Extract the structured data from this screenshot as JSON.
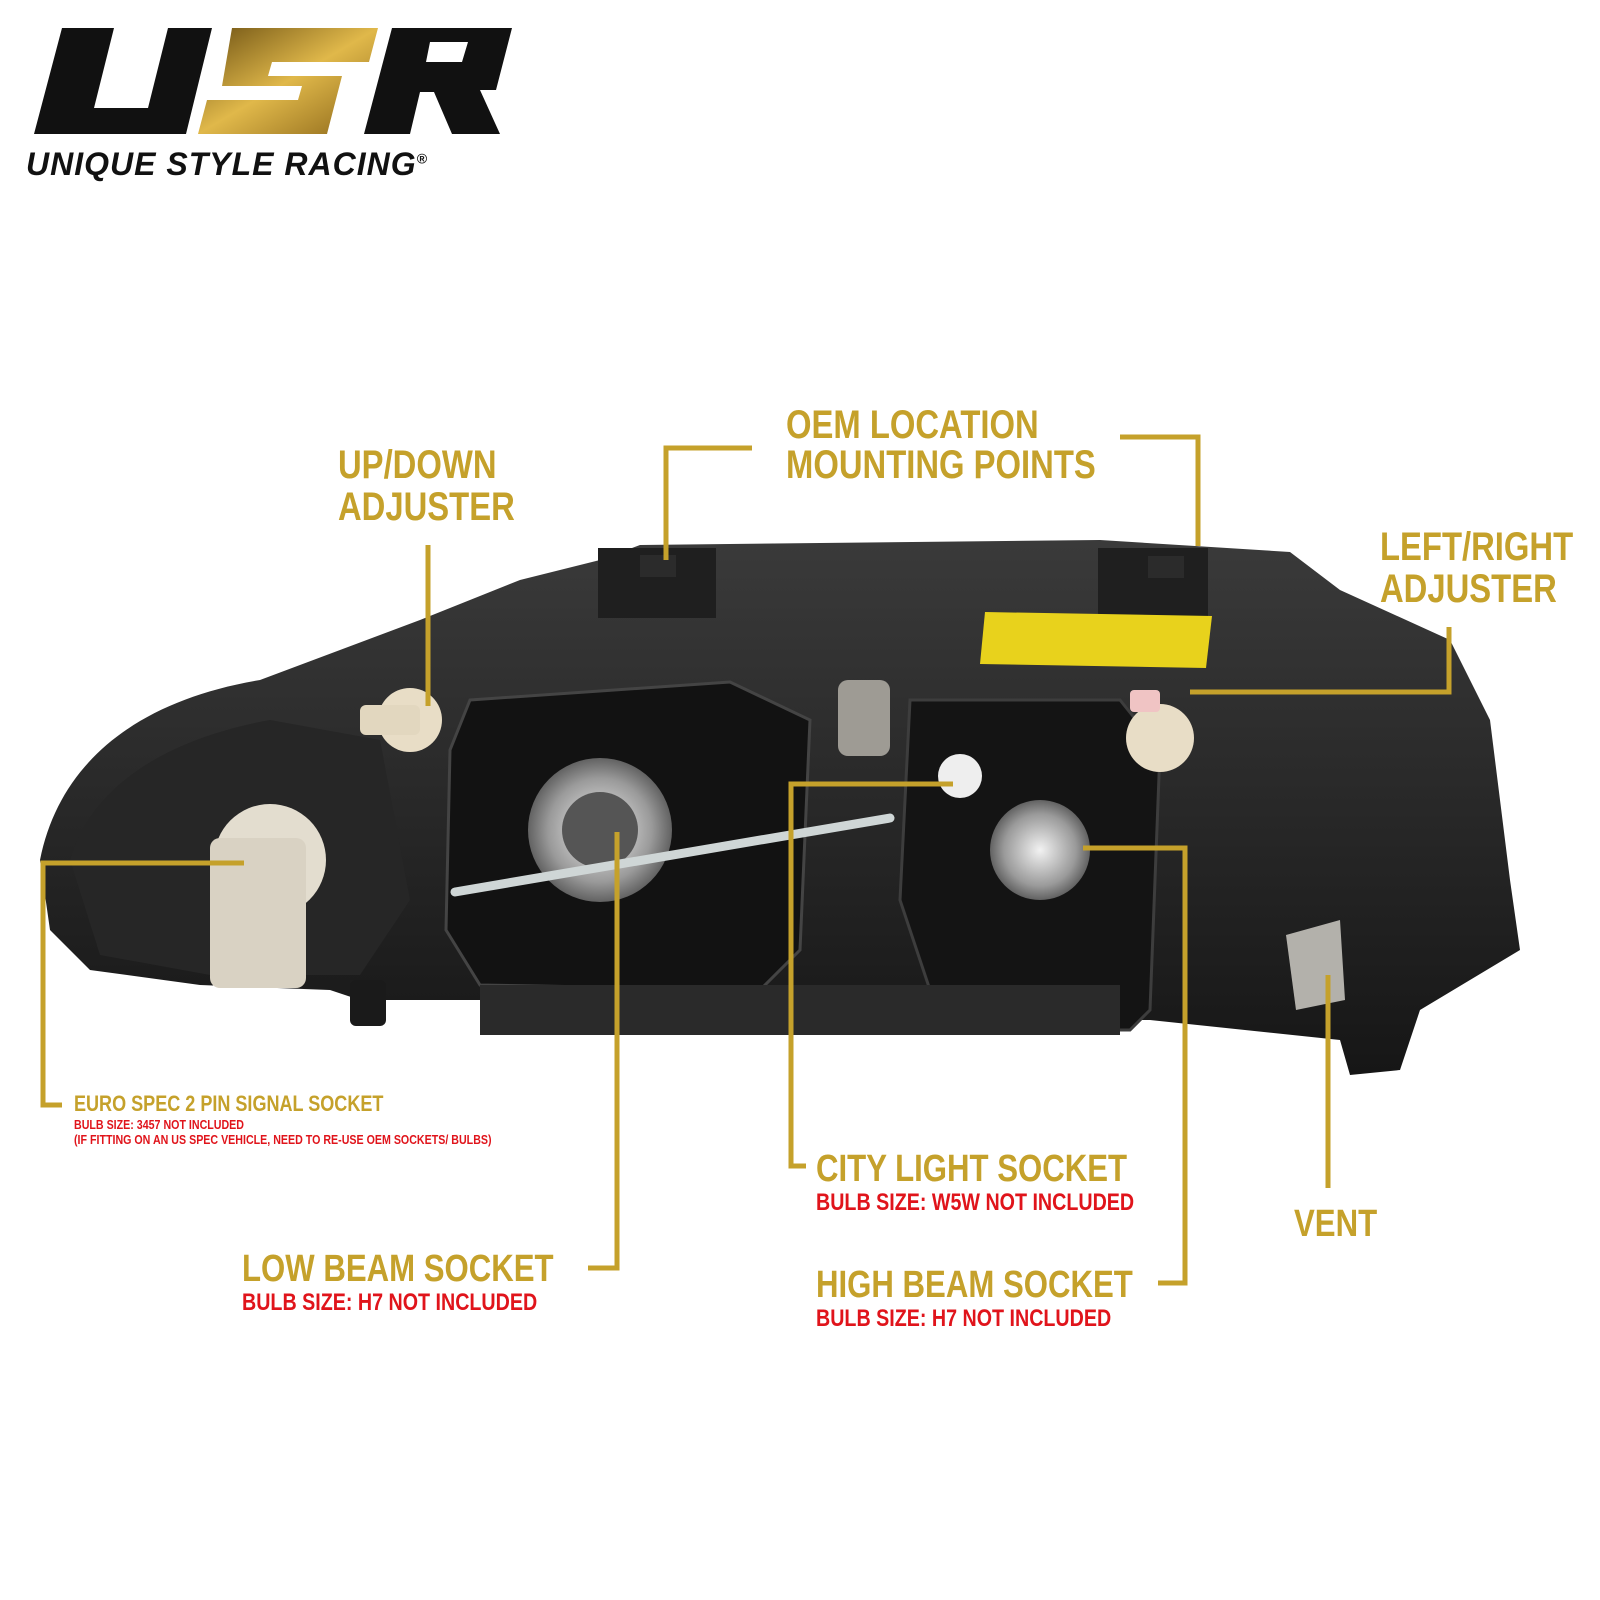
{
  "brand": {
    "logo_mark": "USR",
    "name": "UNIQUE STYLE RACING",
    "registered": "®",
    "colors": {
      "black": "#111111",
      "gold": "#c5a12b"
    }
  },
  "colors": {
    "label": "#c5a12b",
    "subtext": "#e0141b"
  },
  "callouts": {
    "oem_mounting": {
      "line1": "OEM LOCATION",
      "line2": "MOUNTING POINTS"
    },
    "up_down": {
      "line1": "UP/DOWN",
      "line2": "ADJUSTER"
    },
    "left_right": {
      "line1": "LEFT/RIGHT",
      "line2": "ADJUSTER"
    },
    "signal_socket": {
      "title": "EURO SPEC 2 PIN SIGNAL SOCKET",
      "bulb": "BULB SIZE: 3457 NOT INCLUDED",
      "note": "(IF FITTING ON AN US SPEC VEHICLE, NEED TO RE-USE OEM SOCKETS/ BULBS)"
    },
    "city_light": {
      "title": "CITY LIGHT SOCKET",
      "bulb": "BULB SIZE: W5W NOT INCLUDED"
    },
    "vent": {
      "title": "VENT"
    },
    "low_beam": {
      "title": "LOW BEAM SOCKET",
      "bulb": "BULB SIZE: H7 NOT INCLUDED"
    },
    "high_beam": {
      "title": "HIGH BEAM SOCKET",
      "bulb": "BULB SIZE: H7 NOT INCLUDED"
    }
  }
}
